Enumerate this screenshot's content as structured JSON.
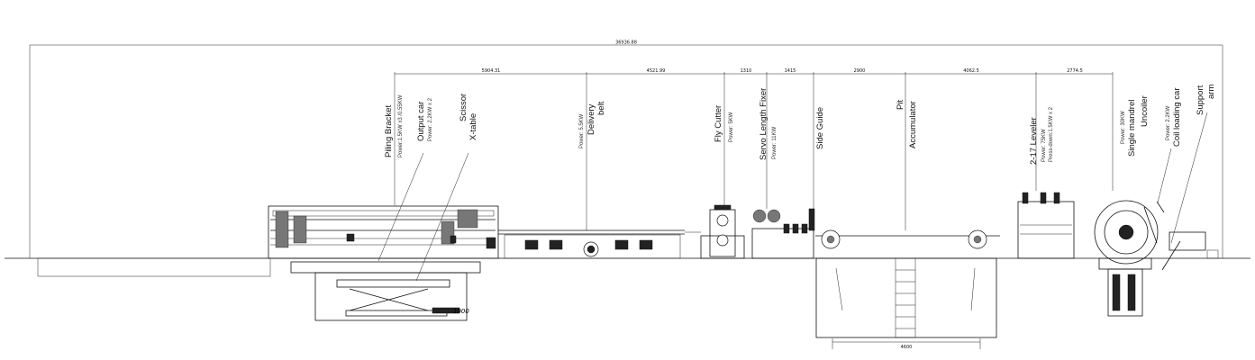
{
  "overall_dimension": "36936.88",
  "segment_dimensions": [
    "5904.31",
    "4521.99",
    "1310",
    "1415",
    "2900",
    "4062.5",
    "2774.5"
  ],
  "scissor_table_width": "1900",
  "pit_width": "4600",
  "labels": {
    "piling_bracket": "Piling Bracket",
    "piling_bracket_power": "Power:1.5KW x3 /0.55KW",
    "output_car": "Output car",
    "output_car_power": "Power: 2.2KW x 2",
    "scissor": "Scissor",
    "x_table": "X-table",
    "delivery_power": "Power: 5.5KW",
    "delivery": "Delivery",
    "belt": "belt",
    "fly_cutter": "Fly Cutter",
    "fly_cutter_power": "Power: 5KW",
    "servo_length_fixer": "Servo Length Fixer",
    "servo_power": "Power: 11KW",
    "side_guide": "Side Guide",
    "pit": "Pit",
    "accumulator": "Accumulator",
    "leveler": "2-17 Leveler",
    "leveler_power": "Power: 75KW",
    "leveler_press": "Press-down:1.5KW x 2",
    "uncoiler_power": "Power: 30KW",
    "single_mandrel": "Single mandrel",
    "uncoiler": "Uncoiler",
    "coil_car_power": "Power: 2.2KW",
    "coil_loading_car": "Coil loading car",
    "support": "Support",
    "arm": "arm"
  },
  "colors": {
    "line": "#111111",
    "background": "#ffffff"
  }
}
